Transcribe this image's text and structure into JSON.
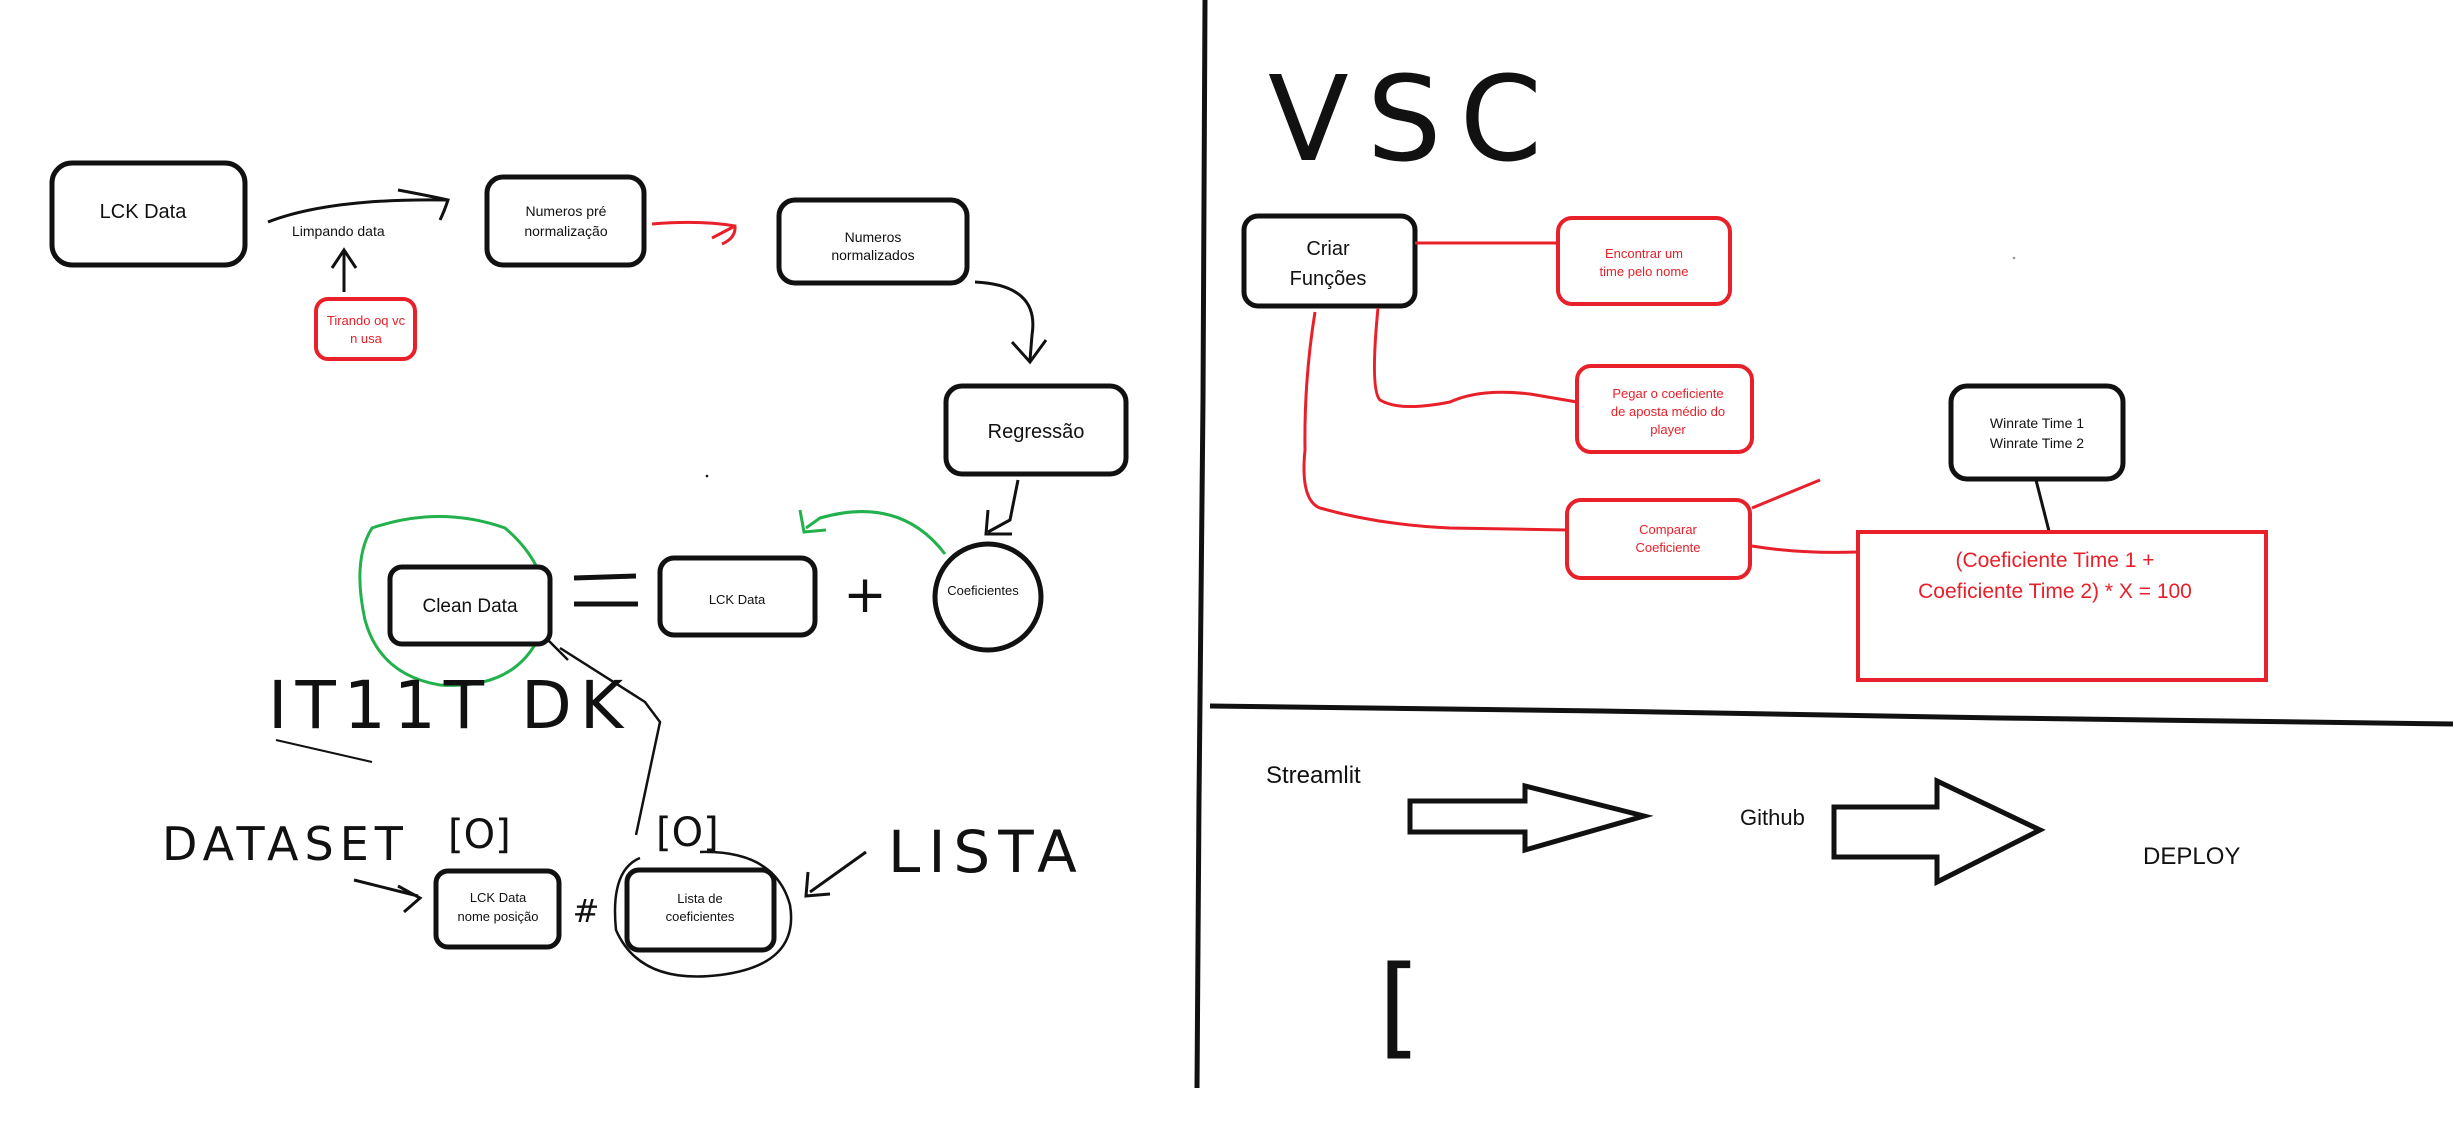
{
  "colors": {
    "ink": "#111111",
    "red": "#e8202a",
    "green": "#22b14c",
    "background": "#ffffff"
  },
  "left_panel": {
    "lck_data": "LCK Data",
    "limpando_data": "Limpando data",
    "tirando": [
      "Tirando oq vc",
      "n usa"
    ],
    "numeros_pre": [
      "Numeros pré",
      "normalização"
    ],
    "numeros_normalizados": [
      "Numeros",
      "normalizados"
    ],
    "regressao": "Regressão",
    "clean_data": "Clean Data",
    "equals": "=",
    "lck_data_small": "LCK Data",
    "plus": "+",
    "coeficientes": "Coeficientes",
    "handwritten_note": "IT11T DK",
    "dataset_label": "DATASET",
    "bracket_left": "[O]",
    "bracket_right": "[O]",
    "lista_label": "LISTA",
    "lck_nome_posicao": [
      "LCK Data",
      "nome posição"
    ],
    "lista_coeficientes": [
      "Lista de",
      "coeficientes"
    ],
    "hash": "#"
  },
  "right_panel": {
    "vsc_label": "VSC",
    "criar_funcoes": [
      "Criar",
      "Funções"
    ],
    "encontrar_time": [
      "Encontrar um",
      "time pelo nome"
    ],
    "pegar_coeficiente": [
      "Pegar o coeficiente",
      "de aposta médio do",
      "player"
    ],
    "comparar_coeficiente": [
      "Comparar",
      "Coeficiente"
    ],
    "winrate": [
      "Winrate Time 1",
      "Winrate Time 2"
    ],
    "formula": [
      "(Coeficiente Time 1 +",
      "Coeficiente Time 2) * X = 100"
    ],
    "streamlit": "Streamlit",
    "github": "Github",
    "deploy": "DEPLOY",
    "bracket_glyph": "["
  }
}
